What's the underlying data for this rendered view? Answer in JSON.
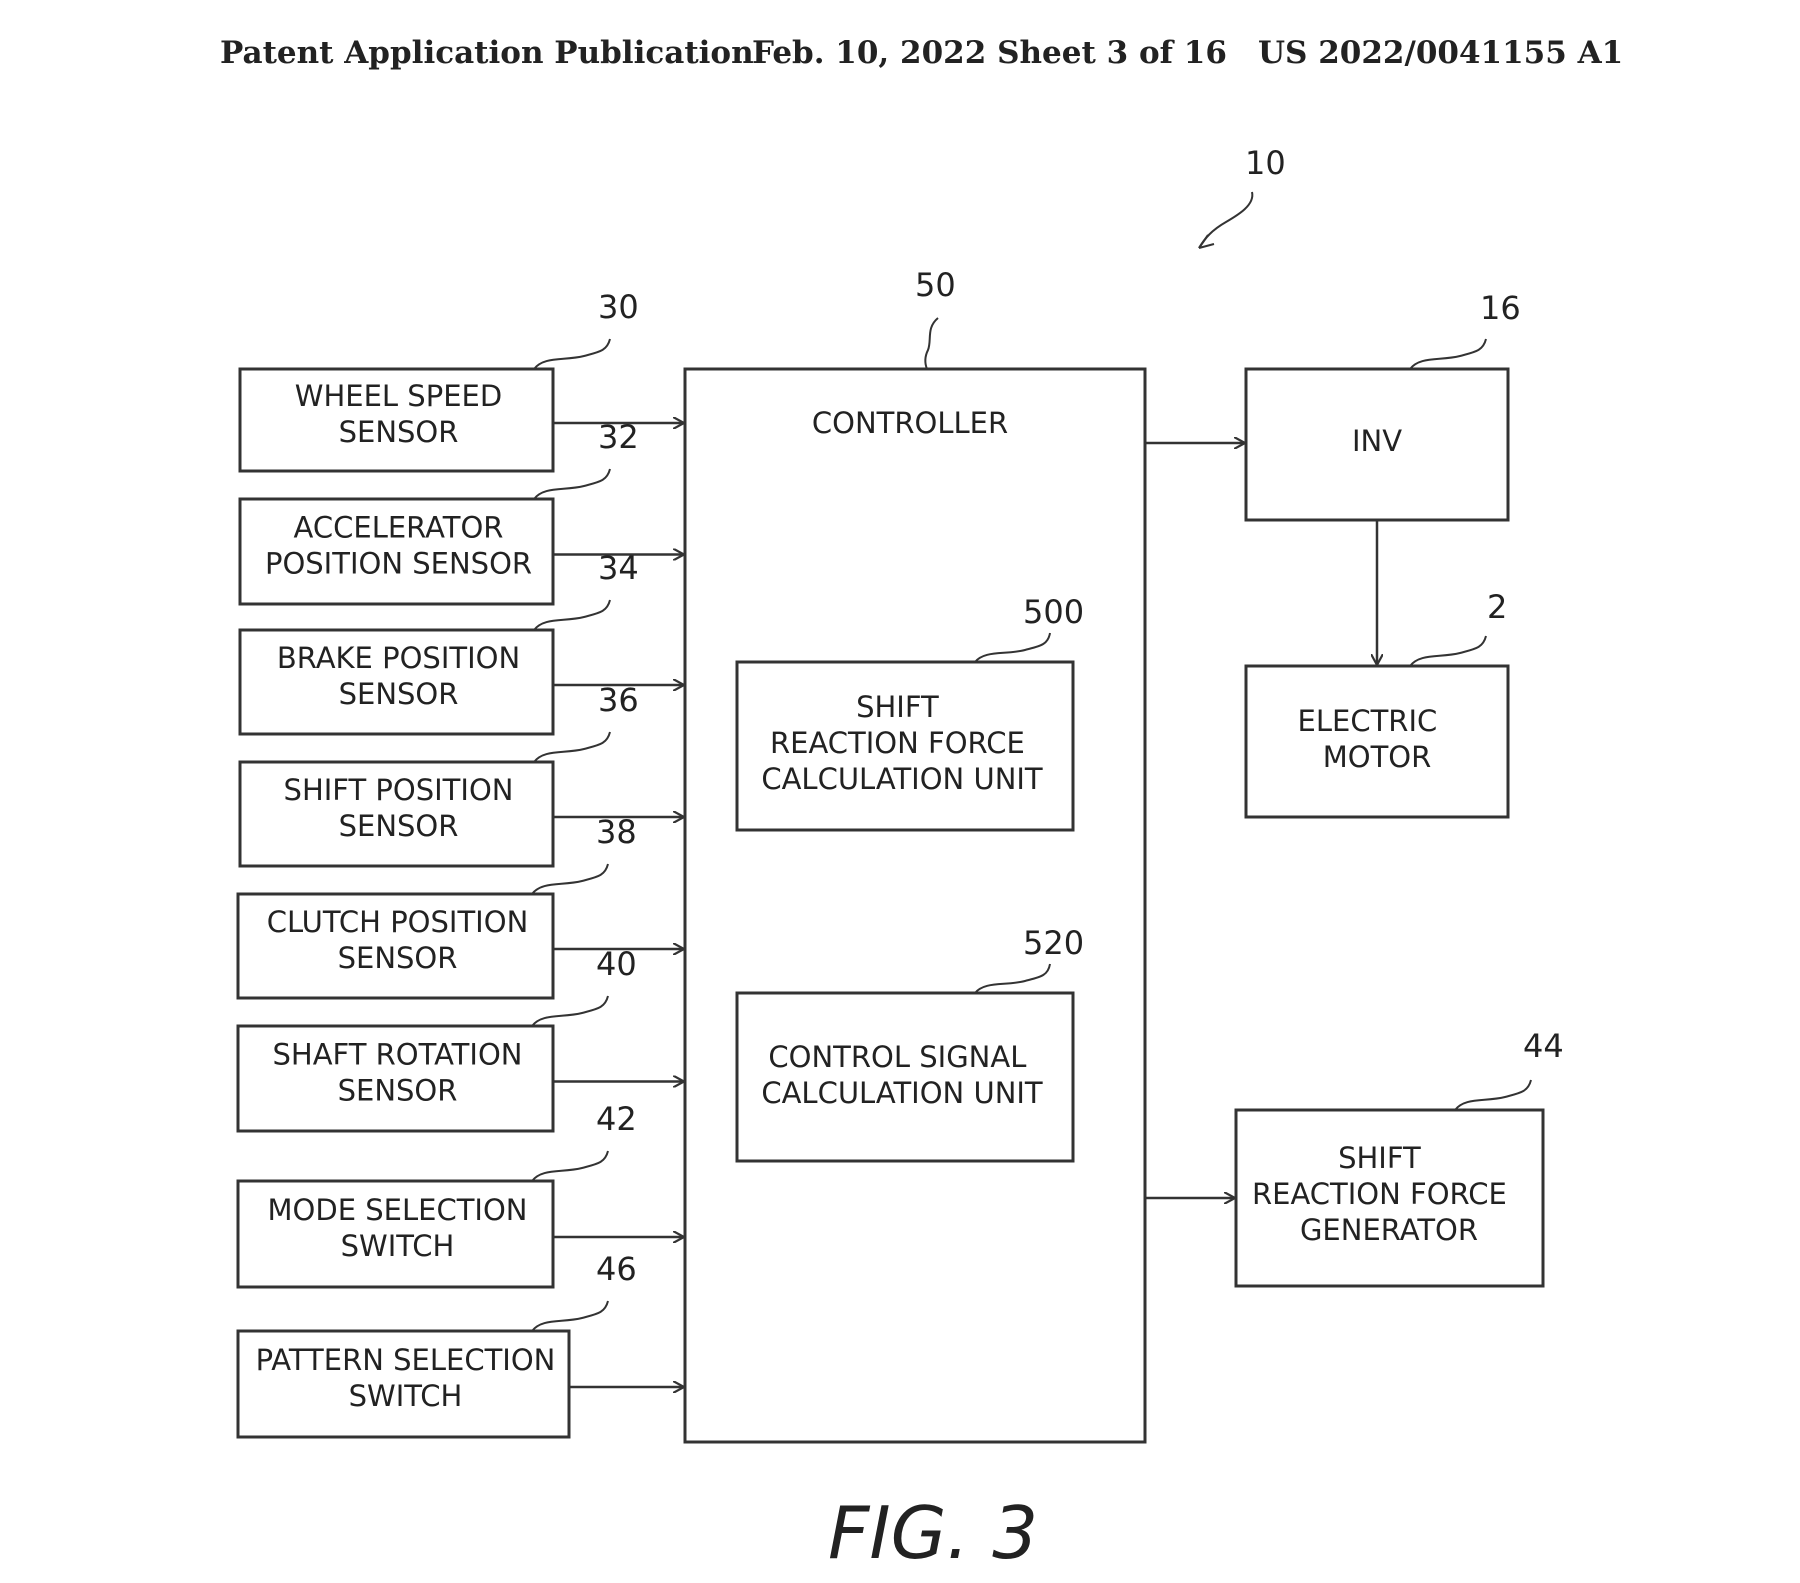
{
  "header": {
    "publication": "Patent Application Publication",
    "date_sheet": "Feb. 10, 2022  Sheet 3 of 16",
    "number": "US 2022/0041155 A1"
  },
  "figure_label": "FIG. 3",
  "system_ref": "10",
  "sensors": [
    {
      "ref": "30",
      "lines": [
        "WHEEL SPEED",
        "SENSOR"
      ]
    },
    {
      "ref": "32",
      "lines": [
        "ACCELERATOR",
        "POSITION SENSOR"
      ]
    },
    {
      "ref": "34",
      "lines": [
        "BRAKE POSITION",
        "SENSOR"
      ]
    },
    {
      "ref": "36",
      "lines": [
        "SHIFT POSITION",
        "SENSOR"
      ]
    },
    {
      "ref": "38",
      "lines": [
        "CLUTCH POSITION",
        "SENSOR"
      ]
    },
    {
      "ref": "40",
      "lines": [
        "SHAFT ROTATION",
        "SENSOR"
      ]
    },
    {
      "ref": "42",
      "lines": [
        "MODE SELECTION",
        "SWITCH"
      ]
    },
    {
      "ref": "46",
      "lines": [
        "PATTERN SELECTION",
        "SWITCH"
      ]
    }
  ],
  "controller": {
    "ref": "50",
    "label": "CONTROLLER",
    "units": [
      {
        "ref": "500",
        "lines": [
          "SHIFT",
          "REACTION FORCE",
          "CALCULATION UNIT"
        ]
      },
      {
        "ref": "520",
        "lines": [
          "CONTROL SIGNAL",
          "CALCULATION UNIT"
        ]
      }
    ]
  },
  "outputs": {
    "inv": {
      "ref": "16",
      "lines": [
        "INV"
      ]
    },
    "motor": {
      "ref": "2",
      "lines": [
        "ELECTRIC",
        "MOTOR"
      ]
    },
    "generator": {
      "ref": "44",
      "lines": [
        "SHIFT",
        "REACTION FORCE",
        "GENERATOR"
      ]
    }
  }
}
